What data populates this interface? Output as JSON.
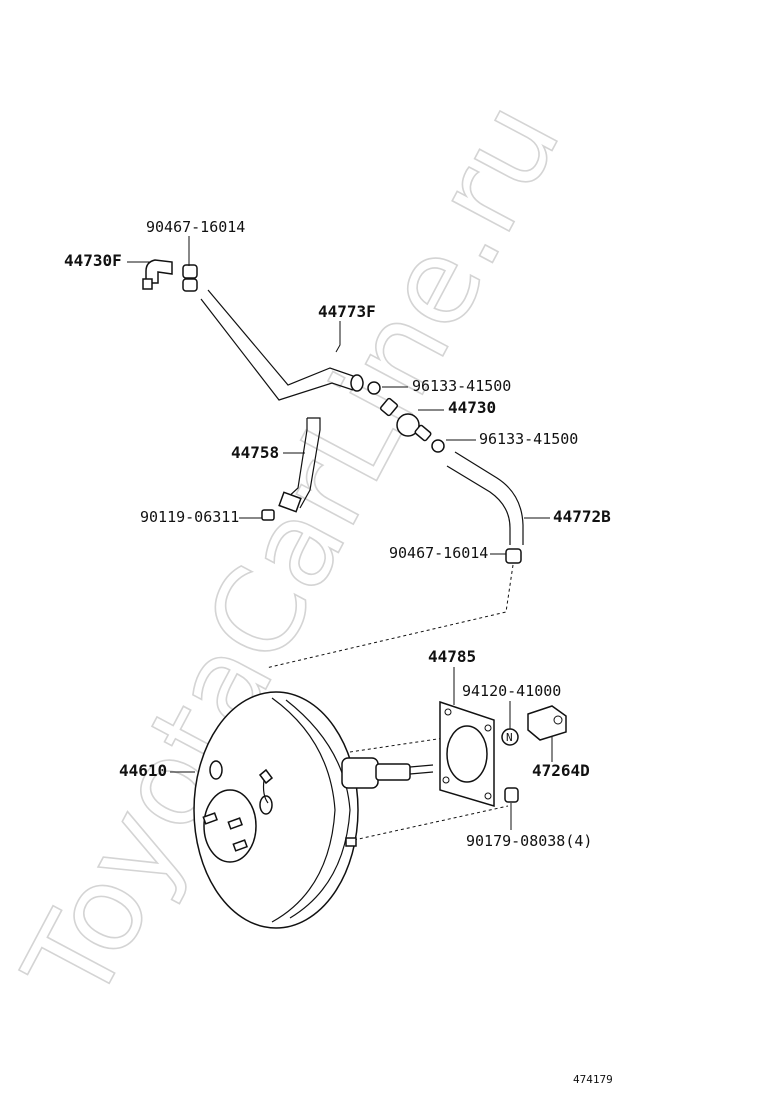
{
  "watermark": "ToyotaCarLine.ru",
  "drawing_ref": "474179",
  "parts": [
    {
      "id": "p-90467-16014-top",
      "label": "90467-16014"
    },
    {
      "id": "p-44730F",
      "label": "44730F"
    },
    {
      "id": "p-44773F",
      "label": "44773F"
    },
    {
      "id": "p-96133-41500-a",
      "label": "96133-41500"
    },
    {
      "id": "p-44730",
      "label": "44730"
    },
    {
      "id": "p-96133-41500-b",
      "label": "96133-41500"
    },
    {
      "id": "p-44758",
      "label": "44758"
    },
    {
      "id": "p-90119-06311",
      "label": "90119-06311"
    },
    {
      "id": "p-44772B",
      "label": "44772B"
    },
    {
      "id": "p-90467-16014-mid",
      "label": "90467-16014"
    },
    {
      "id": "p-44785",
      "label": "44785"
    },
    {
      "id": "p-94120-41000",
      "label": "94120-41000"
    },
    {
      "id": "p-44610",
      "label": "44610"
    },
    {
      "id": "p-47264D",
      "label": "47264D"
    },
    {
      "id": "p-90179-08038",
      "label": "90179-08038(4)"
    }
  ]
}
